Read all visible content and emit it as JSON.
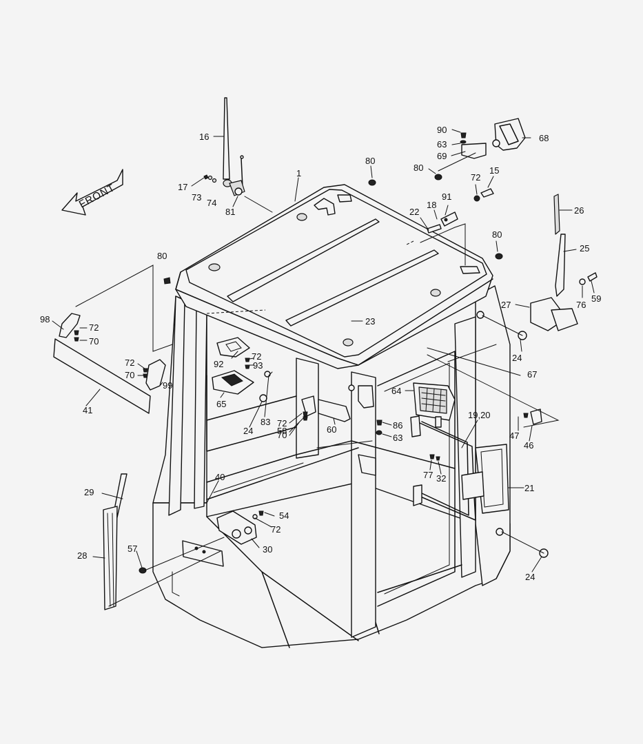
{
  "diagram": {
    "direction_label": "FRONT",
    "callouts": [
      {
        "id": "c16",
        "text": "16"
      },
      {
        "id": "c1",
        "text": "1"
      },
      {
        "id": "c80a",
        "text": "80"
      },
      {
        "id": "c90",
        "text": "90"
      },
      {
        "id": "c63a",
        "text": "63"
      },
      {
        "id": "c69",
        "text": "69"
      },
      {
        "id": "c68",
        "text": "68"
      },
      {
        "id": "c80b",
        "text": "80"
      },
      {
        "id": "c72a",
        "text": "72"
      },
      {
        "id": "c15",
        "text": "15"
      },
      {
        "id": "c17",
        "text": "17"
      },
      {
        "id": "c73",
        "text": "73"
      },
      {
        "id": "c74",
        "text": "74"
      },
      {
        "id": "c81",
        "text": "81"
      },
      {
        "id": "c91",
        "text": "91"
      },
      {
        "id": "c18",
        "text": "18"
      },
      {
        "id": "c22",
        "text": "22"
      },
      {
        "id": "c26",
        "text": "26"
      },
      {
        "id": "c80c",
        "text": "80"
      },
      {
        "id": "c80d",
        "text": "80"
      },
      {
        "id": "c25",
        "text": "25"
      },
      {
        "id": "c76",
        "text": "76"
      },
      {
        "id": "c59",
        "text": "59"
      },
      {
        "id": "c27",
        "text": "27"
      },
      {
        "id": "c98",
        "text": "98"
      },
      {
        "id": "c72b",
        "text": "72"
      },
      {
        "id": "c70a",
        "text": "70"
      },
      {
        "id": "c23",
        "text": "23"
      },
      {
        "id": "c24a",
        "text": "24"
      },
      {
        "id": "c72c",
        "text": "72"
      },
      {
        "id": "c93",
        "text": "93"
      },
      {
        "id": "c92",
        "text": "92"
      },
      {
        "id": "c72d",
        "text": "72"
      },
      {
        "id": "c70b",
        "text": "70"
      },
      {
        "id": "c99",
        "text": "99"
      },
      {
        "id": "c67",
        "text": "67"
      },
      {
        "id": "c65",
        "text": "65"
      },
      {
        "id": "c64",
        "text": "64"
      },
      {
        "id": "c41",
        "text": "41"
      },
      {
        "id": "c24b",
        "text": "24"
      },
      {
        "id": "c83",
        "text": "83"
      },
      {
        "id": "c58",
        "text": "58"
      },
      {
        "id": "c72e",
        "text": "72"
      },
      {
        "id": "c70c",
        "text": "70"
      },
      {
        "id": "c60",
        "text": "60"
      },
      {
        "id": "c86",
        "text": "86"
      },
      {
        "id": "c63b",
        "text": "63"
      },
      {
        "id": "c1920",
        "text": "19,20"
      },
      {
        "id": "c47",
        "text": "47"
      },
      {
        "id": "c46",
        "text": "46"
      },
      {
        "id": "c77",
        "text": "77"
      },
      {
        "id": "c32",
        "text": "32"
      },
      {
        "id": "c40",
        "text": "40"
      },
      {
        "id": "c29",
        "text": "29"
      },
      {
        "id": "c21",
        "text": "21"
      },
      {
        "id": "c54",
        "text": "54"
      },
      {
        "id": "c72f",
        "text": "72"
      },
      {
        "id": "c57",
        "text": "57"
      },
      {
        "id": "c30",
        "text": "30"
      },
      {
        "id": "c28",
        "text": "28"
      },
      {
        "id": "c24c",
        "text": "24"
      }
    ]
  }
}
